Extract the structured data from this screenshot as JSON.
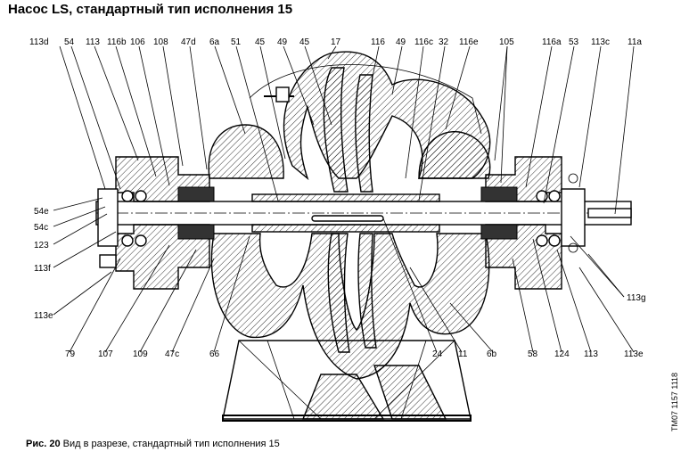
{
  "title": "Насос LS, стандартный тип исполнения 15",
  "caption_fig": "Рис. 20",
  "caption_text": "Вид в разрезе, стандартный тип исполнения 15",
  "doc_id": "TM07 1157 1118",
  "labels_top": [
    "113d",
    "54",
    "113",
    "116b",
    "106",
    "108",
    "47d",
    "6a",
    "51",
    "45",
    "49",
    "45",
    "17",
    "116",
    "49",
    "116c",
    "32",
    "116e",
    "105",
    "116a",
    "53",
    "113c",
    "11a"
  ],
  "labels_left": [
    "54e",
    "54c",
    "123",
    "113f",
    "113e"
  ],
  "labels_bottom": [
    "79",
    "107",
    "109",
    "47c",
    "66",
    "24",
    "11",
    "6b",
    "58",
    "124",
    "113",
    "113e"
  ],
  "labels_right": [
    "113g"
  ]
}
